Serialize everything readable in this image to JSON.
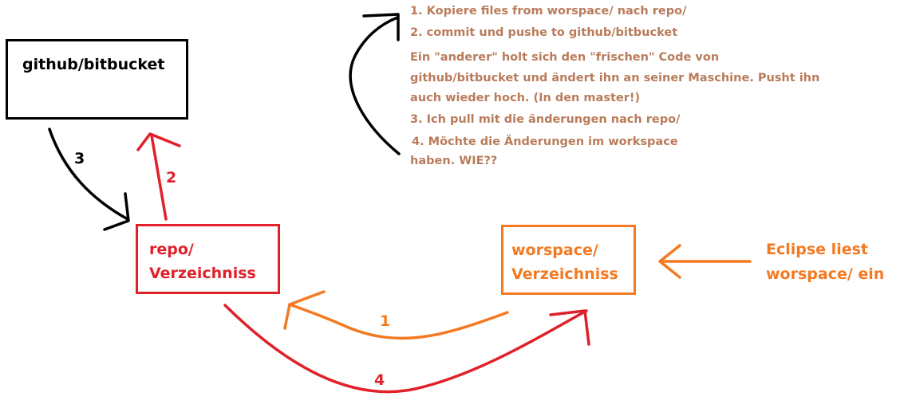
{
  "nodes": {
    "github": "github/bitbucket",
    "repo": {
      "line1": "repo/",
      "line2": "Verzeichniss"
    },
    "workspace": {
      "line1": "worspace/",
      "line2": "Verzeichniss"
    },
    "eclipse": {
      "line1": "Eclipse liest",
      "line2": "worspace/ ein"
    }
  },
  "arrow_labels": {
    "a1": "1",
    "a2": "2",
    "a3": "3",
    "a4": "4"
  },
  "notes": {
    "step1": "1. Kopiere files from worspace/ nach repo/",
    "step2": "2. commit und pushe to github/bitbucket",
    "other_line1": "Ein \"anderer\" holt sich den \"frischen\" Code von",
    "other_line2": "github/bitbucket und ändert ihn an seiner Maschine. Pusht ihn",
    "other_line3": "auch wieder hoch. (In den master!)",
    "step3": "3. Ich pull mit die änderungen nach repo/",
    "step4_line1": "4. Möchte die Änderungen im workspace",
    "step4_line2": "haben. WIE??"
  },
  "colors": {
    "black": "#000000",
    "red": "#e0202a",
    "orange": "#f47a22",
    "note_brown": "#b97b5a"
  }
}
